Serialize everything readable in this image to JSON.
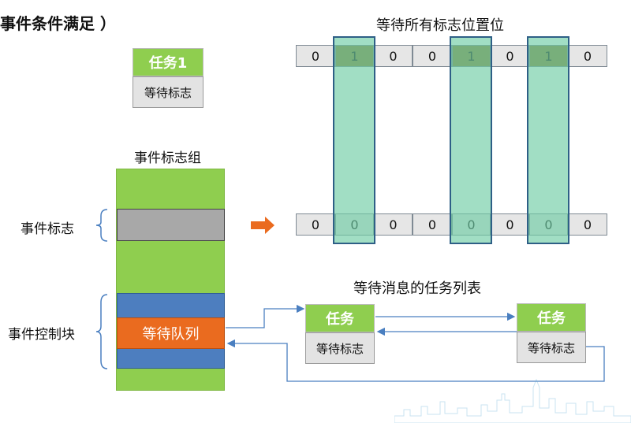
{
  "header": {
    "title": "事件条件满足 ）"
  },
  "task1": {
    "name": "任务1",
    "wait_flag": "等待标志"
  },
  "top_title": "等待所有标志位置位",
  "before_bits": [
    "0",
    "1",
    "0",
    "0",
    "1",
    "0",
    "1",
    "0"
  ],
  "after_bits": [
    "0",
    "0",
    "0",
    "0",
    "0",
    "0",
    "0",
    "0"
  ],
  "set_indices": [
    1,
    4,
    6
  ],
  "group": {
    "title": "事件标志组",
    "flag_label": "事件标志",
    "ecb_label": "事件控制块",
    "queue_label": "等待队列"
  },
  "waitlist": {
    "title": "等待消息的任务列表",
    "task_a": {
      "name": "任务",
      "wait_flag": "等待标志"
    },
    "task_b": {
      "name": "任务",
      "wait_flag": "等待标志"
    }
  },
  "colors": {
    "green": "#8fce4f",
    "gray": "#a8a8a8",
    "blue": "#4d7ebf",
    "orange": "#ea6b1f",
    "teal": "#6ecda5",
    "olive": "#8a7a2f",
    "line_blue": "#4a7fc0"
  }
}
